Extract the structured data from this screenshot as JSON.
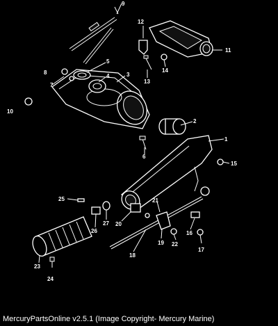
{
  "diagram": {
    "labels": [
      "1",
      "2",
      "3",
      "4",
      "5",
      "6",
      "7",
      "8",
      "9",
      "10",
      "11",
      "12",
      "13",
      "14",
      "15",
      "16",
      "17",
      "18",
      "19",
      "20",
      "21",
      "22",
      "23",
      "24",
      "25",
      "26",
      "27"
    ]
  },
  "footer": {
    "text": "MercuryPartsOnline v2.5.1 (Image Copyright- Mercury Marine)"
  }
}
